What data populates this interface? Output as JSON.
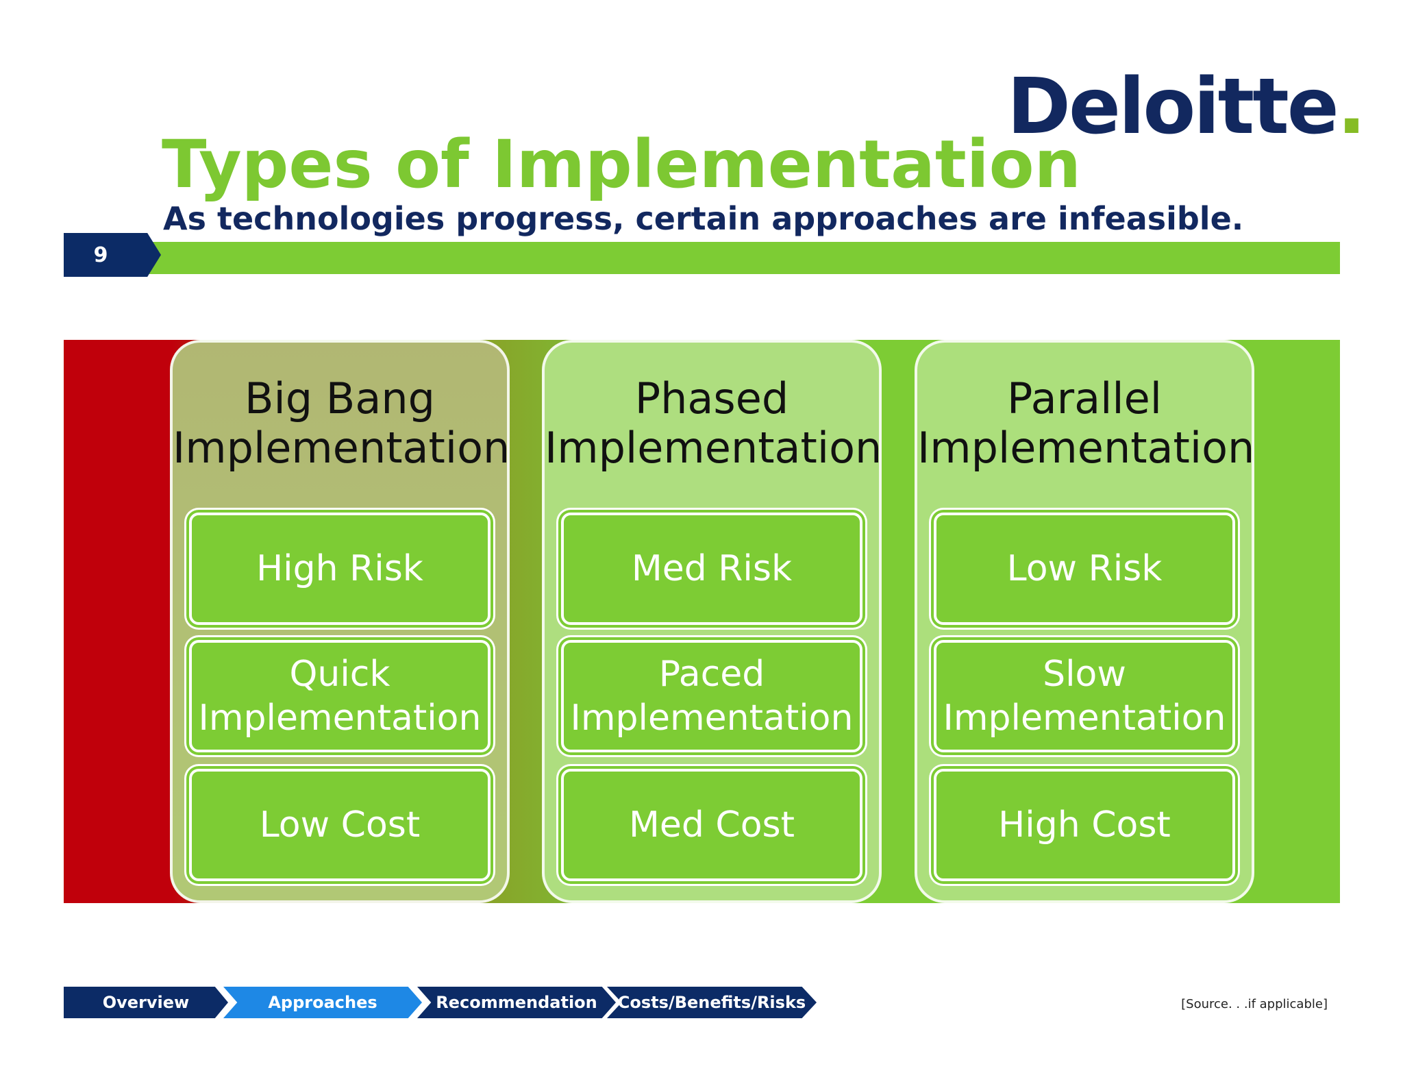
{
  "logo": {
    "wordmark": "Deloitte",
    "dot": "."
  },
  "slide": {
    "title": "Types of Implementation",
    "subtitle": "As technologies progress, certain approaches are infeasible.",
    "page_number": "9"
  },
  "columns": [
    {
      "title_line1": "Big Bang",
      "title_line2": "Implementation",
      "items": [
        {
          "line1": "High Risk",
          "line2": ""
        },
        {
          "line1": "Quick",
          "line2": "Implementation"
        },
        {
          "line1": "Low Cost",
          "line2": ""
        }
      ]
    },
    {
      "title_line1": "Phased",
      "title_line2": "Implementation",
      "items": [
        {
          "line1": "Med Risk",
          "line2": ""
        },
        {
          "line1": "Paced",
          "line2": "Implementation"
        },
        {
          "line1": "Med Cost",
          "line2": ""
        }
      ]
    },
    {
      "title_line1": "Parallel",
      "title_line2": "Implementation",
      "items": [
        {
          "line1": "Low Risk",
          "line2": ""
        },
        {
          "line1": "Slow",
          "line2": "Implementation"
        },
        {
          "line1": "High Cost",
          "line2": ""
        }
      ]
    }
  ],
  "nav": [
    "Overview",
    "Approaches",
    "Recommendation",
    "Costs/Benefits/Risks"
  ],
  "source_note": "[Source. . .if applicable]",
  "colors": {
    "brand_navy": "#12285f",
    "brand_green": "#7dcc34",
    "deloitte_dot": "#86bc25",
    "risk_red": "#c0000b",
    "active_nav": "#1e88e5"
  }
}
